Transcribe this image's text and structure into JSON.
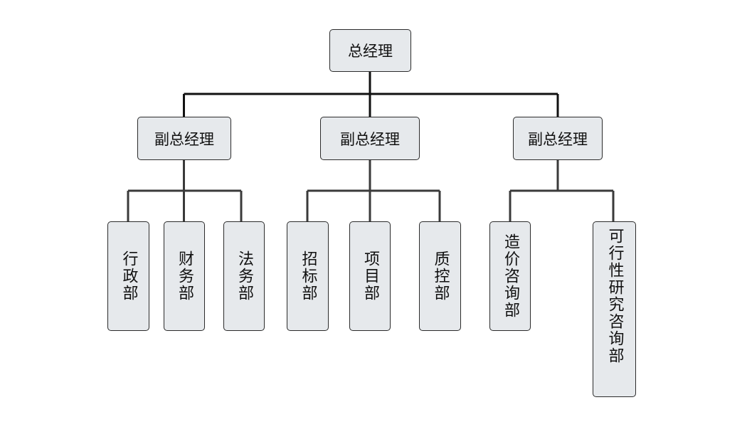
{
  "org": {
    "general_manager": "总经理",
    "deputies": [
      "副总经理",
      "副总经理",
      "副总经理"
    ],
    "departments": [
      "行政部",
      "财务部",
      "法务部",
      "招标部",
      "项目部",
      "质控部",
      "造价咨询部",
      "可行性研究咨询部"
    ]
  },
  "colors": {
    "box_fill": "#e6e9ec",
    "box_border": "#2b2b2b",
    "connector": "#111111"
  }
}
